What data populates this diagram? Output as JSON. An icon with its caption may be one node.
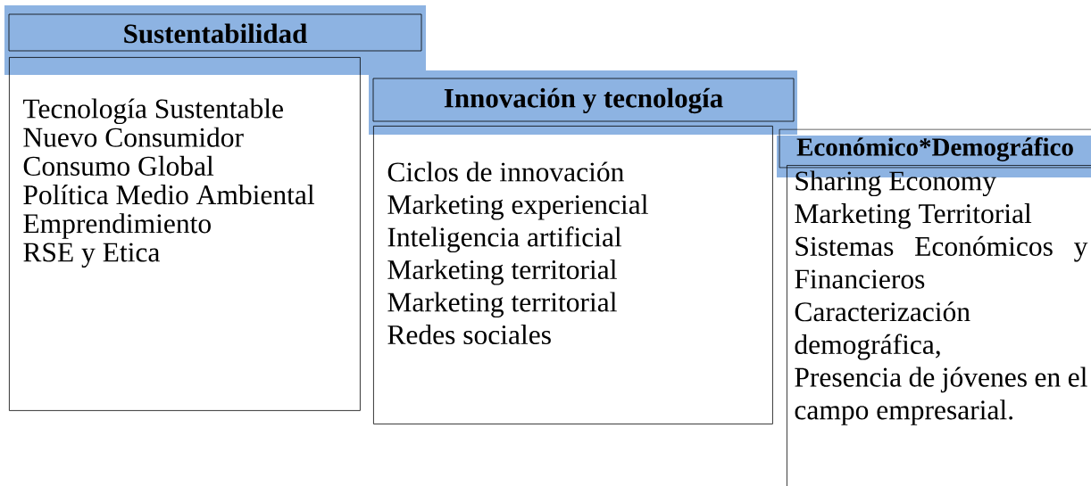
{
  "diagram": {
    "nodes": [
      {
        "text": [
          "Sustentabilidad"
        ]
      },
      {
        "text": [
          "Tecnología Sustentable",
          "Nuevo Consumidor",
          "Consumo Global",
          "Política Medio Ambiental",
          "Emprendimiento",
          "RSE y Etica"
        ]
      },
      {
        "text": [
          "Innovación y tecnología"
        ]
      },
      {
        "text": [
          "Ciclos de innovación",
          "Marketing experiencial",
          "Inteligencia artificial",
          "Marketing territorial",
          "Marketing territorial",
          "Redes sociales"
        ]
      },
      {
        "text": [
          "Económico*Demográfico"
        ]
      },
      {
        "text": [
          "Sharing Economy",
          "Marketing Territorial",
          "Sistemas Económicos y Financieros",
          "Caracterización demográfica, Presencia de jóvenes en el campo empresarial."
        ]
      }
    ]
  }
}
